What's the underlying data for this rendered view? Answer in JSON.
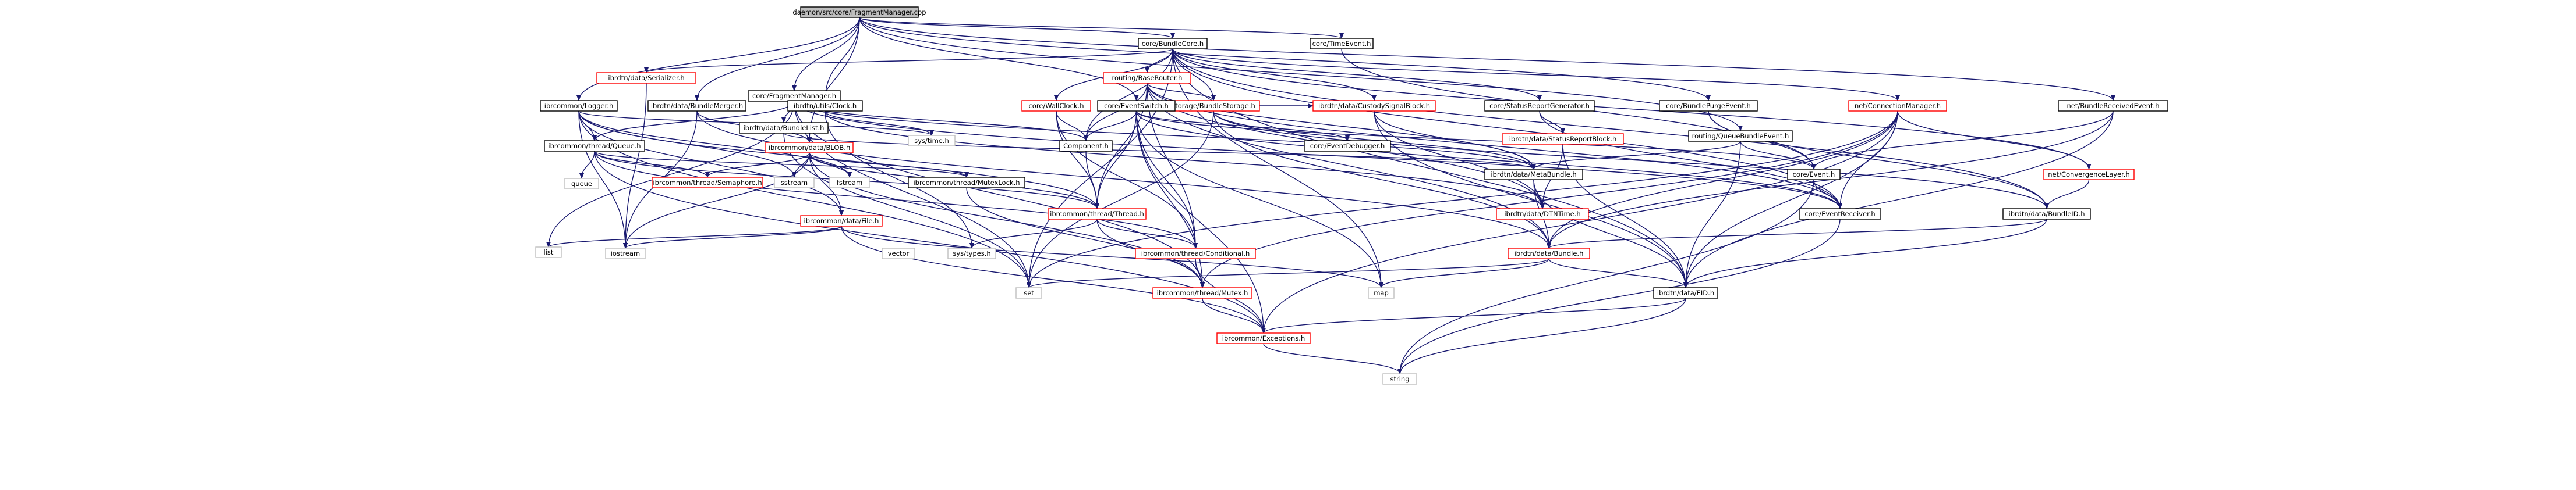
{
  "colors": {
    "edge": "#191970",
    "root_fill": "#bfbfbf",
    "node_fill": "#ffffff",
    "node_border": "#000000",
    "sys_border": "#bfbfbf",
    "red_border": "#ff0000"
  },
  "nodes": [
    {
      "id": "root",
      "label": "daemon/src/core/FragmentManager.cpp",
      "style": "root"
    },
    {
      "id": "bundlecore",
      "label": "core/BundleCore.h",
      "style": "normal"
    },
    {
      "id": "timeevent",
      "label": "core/TimeEvent.h",
      "style": "normal"
    },
    {
      "id": "serializer",
      "label": "ibrdtn/data/Serializer.h",
      "style": "red"
    },
    {
      "id": "basrouter",
      "label": "routing/BaseRouter.h",
      "style": "red"
    },
    {
      "id": "fragmgr",
      "label": "core/FragmentManager.h",
      "style": "normal"
    },
    {
      "id": "logger",
      "label": "ibrcommon/Logger.h",
      "style": "normal"
    },
    {
      "id": "bundlemerger",
      "label": "ibrdtn/data/BundleMerger.h",
      "style": "normal"
    },
    {
      "id": "clock",
      "label": "ibrdtn/utils/Clock.h",
      "style": "normal"
    },
    {
      "id": "wallclock",
      "label": "core/WallClock.h",
      "style": "red"
    },
    {
      "id": "storage",
      "label": "storage/BundleStorage.h",
      "style": "red"
    },
    {
      "id": "eventswitch",
      "label": "core/EventSwitch.h",
      "style": "normal"
    },
    {
      "id": "custody",
      "label": "ibrdtn/data/CustodySignalBlock.h",
      "style": "red"
    },
    {
      "id": "statusgen",
      "label": "core/StatusReportGenerator.h",
      "style": "normal"
    },
    {
      "id": "statusblock",
      "label": "ibrdtn/data/StatusReportBlock.h",
      "style": "red"
    },
    {
      "id": "purgeevent",
      "label": "core/BundlePurgeEvent.h",
      "style": "normal"
    },
    {
      "id": "queuebundle",
      "label": "routing/QueueBundleEvent.h",
      "style": "normal"
    },
    {
      "id": "connmgr",
      "label": "net/ConnectionManager.h",
      "style": "red"
    },
    {
      "id": "receivedevent",
      "label": "net/BundleReceivedEvent.h",
      "style": "normal"
    },
    {
      "id": "bundlelist",
      "label": "ibrdtn/data/BundleList.h",
      "style": "normal"
    },
    {
      "id": "queue_h",
      "label": "ibrcommon/thread/Queue.h",
      "style": "normal"
    },
    {
      "id": "blob",
      "label": "ibrcommon/data/BLOB.h",
      "style": "red"
    },
    {
      "id": "systime",
      "label": "sys/time.h",
      "style": "sys"
    },
    {
      "id": "component",
      "label": "Component.h",
      "style": "normal"
    },
    {
      "id": "eventdebugger",
      "label": "core/EventDebugger.h",
      "style": "normal"
    },
    {
      "id": "metabundle",
      "label": "ibrdtn/data/MetaBundle.h",
      "style": "normal"
    },
    {
      "id": "event_h",
      "label": "core/Event.h",
      "style": "normal"
    },
    {
      "id": "convlayer",
      "label": "net/ConvergenceLayer.h",
      "style": "red"
    },
    {
      "id": "queue",
      "label": "queue",
      "style": "sys"
    },
    {
      "id": "semaphore",
      "label": "ibrcommon/thread/Semaphore.h",
      "style": "red"
    },
    {
      "id": "sstream",
      "label": "sstream",
      "style": "sys"
    },
    {
      "id": "fstream",
      "label": "fstream",
      "style": "sys"
    },
    {
      "id": "mutexlock",
      "label": "ibrcommon/thread/MutexLock.h",
      "style": "normal"
    },
    {
      "id": "file_h",
      "label": "ibrcommon/data/File.h",
      "style": "red"
    },
    {
      "id": "thread_h",
      "label": "ibrcommon/thread/Thread.h",
      "style": "red"
    },
    {
      "id": "dtntime",
      "label": "ibrdtn/data/DTNTime.h",
      "style": "red"
    },
    {
      "id": "eventreceiver",
      "label": "core/EventReceiver.h",
      "style": "normal"
    },
    {
      "id": "bundleid",
      "label": "ibrdtn/data/BundleID.h",
      "style": "normal"
    },
    {
      "id": "list",
      "label": "list",
      "style": "sys"
    },
    {
      "id": "iostream",
      "label": "iostream",
      "style": "sys"
    },
    {
      "id": "vector",
      "label": "vector",
      "style": "sys"
    },
    {
      "id": "systypes",
      "label": "sys/types.h",
      "style": "sys"
    },
    {
      "id": "conditional",
      "label": "ibrcommon/thread/Conditional.h",
      "style": "red"
    },
    {
      "id": "bundle_h",
      "label": "ibrdtn/data/Bundle.h",
      "style": "red"
    },
    {
      "id": "set",
      "label": "set",
      "style": "sys"
    },
    {
      "id": "mutex_h",
      "label": "ibrcommon/thread/Mutex.h",
      "style": "red"
    },
    {
      "id": "map",
      "label": "map",
      "style": "sys"
    },
    {
      "id": "eid",
      "label": "ibrdtn/data/EID.h",
      "style": "normal"
    },
    {
      "id": "exceptions",
      "label": "ibrcommon/Exceptions.h",
      "style": "red"
    },
    {
      "id": "string",
      "label": "string",
      "style": "sys"
    }
  ],
  "edges": [
    [
      "root",
      "bundlecore"
    ],
    [
      "root",
      "timeevent"
    ],
    [
      "root",
      "fragmgr"
    ],
    [
      "root",
      "logger"
    ],
    [
      "root",
      "bundlemerger"
    ],
    [
      "root",
      "clock"
    ],
    [
      "root",
      "eventswitch"
    ],
    [
      "root",
      "purgeevent"
    ],
    [
      "root",
      "queuebundle"
    ],
    [
      "root",
      "receivedevent"
    ],
    [
      "root",
      "blob"
    ],
    [
      "bundlecore",
      "serializer"
    ],
    [
      "bundlecore",
      "basrouter"
    ],
    [
      "bundlecore",
      "wallclock"
    ],
    [
      "bundlecore",
      "storage"
    ],
    [
      "bundlecore",
      "custody"
    ],
    [
      "bundlecore",
      "statusgen"
    ],
    [
      "bundlecore",
      "connmgr"
    ],
    [
      "bundlecore",
      "component"
    ],
    [
      "bundlecore",
      "eventreceiver"
    ],
    [
      "bundlecore",
      "set"
    ],
    [
      "bundlecore",
      "map"
    ],
    [
      "bundlecore",
      "eid"
    ],
    [
      "bundlecore",
      "bundleid"
    ],
    [
      "bundlecore",
      "convlayer"
    ],
    [
      "timeevent",
      "event_h"
    ],
    [
      "serializer",
      "iostream"
    ],
    [
      "basrouter",
      "storage"
    ],
    [
      "basrouter",
      "component"
    ],
    [
      "basrouter",
      "thread_h"
    ],
    [
      "basrouter",
      "metabundle"
    ],
    [
      "basrouter",
      "eventreceiver"
    ],
    [
      "basrouter",
      "dtntime"
    ],
    [
      "basrouter",
      "conditional"
    ],
    [
      "basrouter",
      "bundle_h"
    ],
    [
      "fragmgr",
      "component"
    ],
    [
      "fragmgr",
      "bundlelist"
    ],
    [
      "fragmgr",
      "queue_h"
    ],
    [
      "fragmgr",
      "metabundle"
    ],
    [
      "fragmgr",
      "eventreceiver"
    ],
    [
      "fragmgr",
      "list"
    ],
    [
      "fragmgr",
      "set"
    ],
    [
      "fragmgr",
      "mutex_h"
    ],
    [
      "logger",
      "queue_h"
    ],
    [
      "logger",
      "systime"
    ],
    [
      "logger",
      "sstream"
    ],
    [
      "logger",
      "fstream"
    ],
    [
      "logger",
      "iostream"
    ],
    [
      "logger",
      "file_h"
    ],
    [
      "logger",
      "thread_h"
    ],
    [
      "logger",
      "set"
    ],
    [
      "bundlemerger",
      "blob"
    ],
    [
      "bundlemerger",
      "bundle_h"
    ],
    [
      "bundlemerger",
      "iostream"
    ],
    [
      "clock",
      "systime"
    ],
    [
      "clock",
      "systypes"
    ],
    [
      "clock",
      "dtntime"
    ],
    [
      "wallclock",
      "component"
    ],
    [
      "wallclock",
      "thread_h"
    ],
    [
      "wallclock",
      "conditional"
    ],
    [
      "storage",
      "custody"
    ],
    [
      "storage",
      "metabundle"
    ],
    [
      "storage",
      "bundleid"
    ],
    [
      "storage",
      "bundle_h"
    ],
    [
      "storage",
      "set"
    ],
    [
      "eventswitch",
      "component"
    ],
    [
      "eventswitch",
      "eventdebugger"
    ],
    [
      "eventswitch",
      "event_h"
    ],
    [
      "eventswitch",
      "eventreceiver"
    ],
    [
      "eventswitch",
      "thread_h"
    ],
    [
      "eventswitch",
      "conditional"
    ],
    [
      "eventswitch",
      "map"
    ],
    [
      "eventswitch",
      "mutex_h"
    ],
    [
      "eventswitch",
      "exceptions"
    ],
    [
      "custody",
      "metabundle"
    ],
    [
      "custody",
      "dtntime"
    ],
    [
      "custody",
      "eid"
    ],
    [
      "statusgen",
      "statusblock"
    ],
    [
      "statusgen",
      "eventreceiver"
    ],
    [
      "statusblock",
      "dtntime"
    ],
    [
      "statusblock",
      "eid"
    ],
    [
      "purgeevent",
      "event_h"
    ],
    [
      "purgeevent",
      "bundleid"
    ],
    [
      "queuebundle",
      "event_h"
    ],
    [
      "queuebundle",
      "metabundle"
    ],
    [
      "queuebundle",
      "eid"
    ],
    [
      "connmgr",
      "eventreceiver"
    ],
    [
      "connmgr",
      "convlayer"
    ],
    [
      "connmgr",
      "eid"
    ],
    [
      "connmgr",
      "bundle_h"
    ],
    [
      "connmgr",
      "set"
    ],
    [
      "connmgr",
      "mutex_h"
    ],
    [
      "connmgr",
      "exceptions"
    ],
    [
      "receivedevent",
      "event_h"
    ],
    [
      "receivedevent",
      "bundle_h"
    ],
    [
      "receivedevent",
      "eid"
    ],
    [
      "bundlelist",
      "metabundle"
    ],
    [
      "bundlelist",
      "set"
    ],
    [
      "queue_h",
      "queue"
    ],
    [
      "queue_h",
      "semaphore"
    ],
    [
      "queue_h",
      "mutexlock"
    ],
    [
      "queue_h",
      "thread_h"
    ],
    [
      "queue_h",
      "conditional"
    ],
    [
      "queue_h",
      "exceptions"
    ],
    [
      "blob",
      "semaphore"
    ],
    [
      "blob",
      "sstream"
    ],
    [
      "blob",
      "fstream"
    ],
    [
      "blob",
      "mutexlock"
    ],
    [
      "blob",
      "file_h"
    ],
    [
      "blob",
      "thread_h"
    ],
    [
      "blob",
      "iostream"
    ],
    [
      "blob",
      "mutex_h"
    ],
    [
      "component",
      "thread_h"
    ],
    [
      "metabundle",
      "bundle_h"
    ],
    [
      "metabundle",
      "dtntime"
    ],
    [
      "metabundle",
      "eid"
    ],
    [
      "event_h",
      "eventreceiver"
    ],
    [
      "event_h",
      "string"
    ],
    [
      "convlayer",
      "bundleid"
    ],
    [
      "mutexlock",
      "mutex_h"
    ],
    [
      "file_h",
      "list"
    ],
    [
      "file_h",
      "iostream"
    ],
    [
      "file_h",
      "map"
    ],
    [
      "file_h",
      "exceptions"
    ],
    [
      "thread_h",
      "conditional"
    ],
    [
      "thread_h",
      "mutex_h"
    ],
    [
      "thread_h",
      "systypes"
    ],
    [
      "eventreceiver",
      "string"
    ],
    [
      "bundleid",
      "eid"
    ],
    [
      "bundleid",
      "bundle_h"
    ],
    [
      "conditional",
      "mutex_h"
    ],
    [
      "conditional",
      "exceptions"
    ],
    [
      "bundle_h",
      "set"
    ],
    [
      "bundle_h",
      "map"
    ],
    [
      "bundle_h",
      "eid"
    ],
    [
      "mutex_h",
      "exceptions"
    ],
    [
      "eid",
      "exceptions"
    ],
    [
      "eid",
      "string"
    ],
    [
      "exceptions",
      "string"
    ]
  ]
}
